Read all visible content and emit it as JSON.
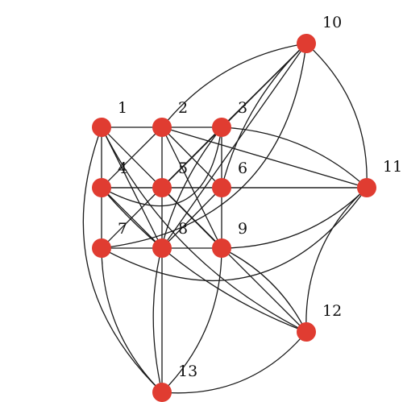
{
  "graph": {
    "node_color": "#e03c31",
    "edge_color": "#1a1a1a",
    "nodes": [
      {
        "id": "1",
        "label": "1"
      },
      {
        "id": "2",
        "label": "2"
      },
      {
        "id": "3",
        "label": "3"
      },
      {
        "id": "4",
        "label": "4"
      },
      {
        "id": "5",
        "label": "5"
      },
      {
        "id": "6",
        "label": "6"
      },
      {
        "id": "7",
        "label": "7"
      },
      {
        "id": "8",
        "label": "8"
      },
      {
        "id": "9",
        "label": "9"
      },
      {
        "id": "10",
        "label": "10"
      },
      {
        "id": "11",
        "label": "11"
      },
      {
        "id": "12",
        "label": "12"
      },
      {
        "id": "13",
        "label": "13"
      }
    ],
    "edges": [
      [
        "1",
        "2"
      ],
      [
        "2",
        "3"
      ],
      [
        "4",
        "5"
      ],
      [
        "5",
        "6"
      ],
      [
        "7",
        "8"
      ],
      [
        "8",
        "9"
      ],
      [
        "1",
        "4"
      ],
      [
        "4",
        "7"
      ],
      [
        "2",
        "5"
      ],
      [
        "5",
        "8"
      ],
      [
        "3",
        "6"
      ],
      [
        "6",
        "9"
      ],
      [
        "3",
        "10"
      ],
      [
        "2",
        "10"
      ],
      [
        "6",
        "10"
      ],
      [
        "10",
        "11"
      ],
      [
        "3",
        "11"
      ],
      [
        "6",
        "11"
      ],
      [
        "9",
        "11"
      ],
      [
        "11",
        "12"
      ],
      [
        "9",
        "12"
      ],
      [
        "5",
        "12"
      ],
      [
        "4",
        "12"
      ],
      [
        "8",
        "13"
      ],
      [
        "7",
        "13"
      ],
      [
        "9",
        "13"
      ],
      [
        "12",
        "13"
      ],
      [
        "1",
        "8"
      ],
      [
        "2",
        "9"
      ],
      [
        "1",
        "9"
      ],
      [
        "2",
        "6"
      ],
      [
        "4",
        "8"
      ],
      [
        "2",
        "4"
      ],
      [
        "3",
        "7"
      ],
      [
        "6",
        "8"
      ],
      [
        "1",
        "12"
      ],
      [
        "1",
        "13"
      ],
      [
        "3",
        "4"
      ],
      [
        "3",
        "13"
      ],
      [
        "7",
        "10"
      ],
      [
        "7",
        "11"
      ],
      [
        "4",
        "11"
      ],
      [
        "8",
        "10"
      ],
      [
        "5",
        "10"
      ],
      [
        "2",
        "11"
      ]
    ]
  }
}
